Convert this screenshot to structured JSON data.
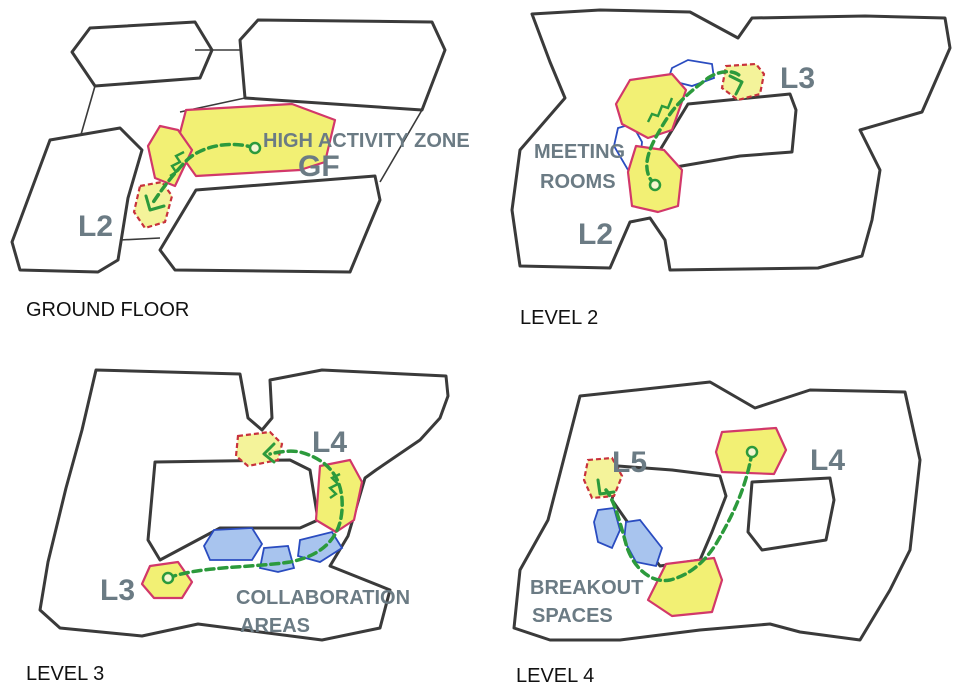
{
  "panels": {
    "ground": {
      "caption": "GROUND FLOOR",
      "level_labels": [
        "L2",
        "GF"
      ],
      "annotation": "HIGH ACTIVITY ZONE"
    },
    "level2": {
      "caption": "LEVEL 2",
      "level_labels": [
        "L3",
        "L2"
      ],
      "annotation_lines": [
        "MEETING",
        "ROOMS"
      ]
    },
    "level3": {
      "caption": "LEVEL 3",
      "level_labels": [
        "L4",
        "L3"
      ],
      "annotation_lines": [
        "COLLABORATION",
        "AREAS"
      ]
    },
    "level4": {
      "caption": "LEVEL 4",
      "level_labels": [
        "L5",
        "L4"
      ],
      "annotation_lines": [
        "BREAKOUT",
        "SPACES"
      ]
    }
  },
  "colors": {
    "outline": "#3a3a3a",
    "activity_zone_fill": "#f2f074",
    "activity_zone_border": "#d2386a",
    "circulation_path": "#2c9a3c",
    "room_fill": "#a8c4ee",
    "room_border": "#2a4cc0",
    "label_text": "#6b7b84"
  }
}
